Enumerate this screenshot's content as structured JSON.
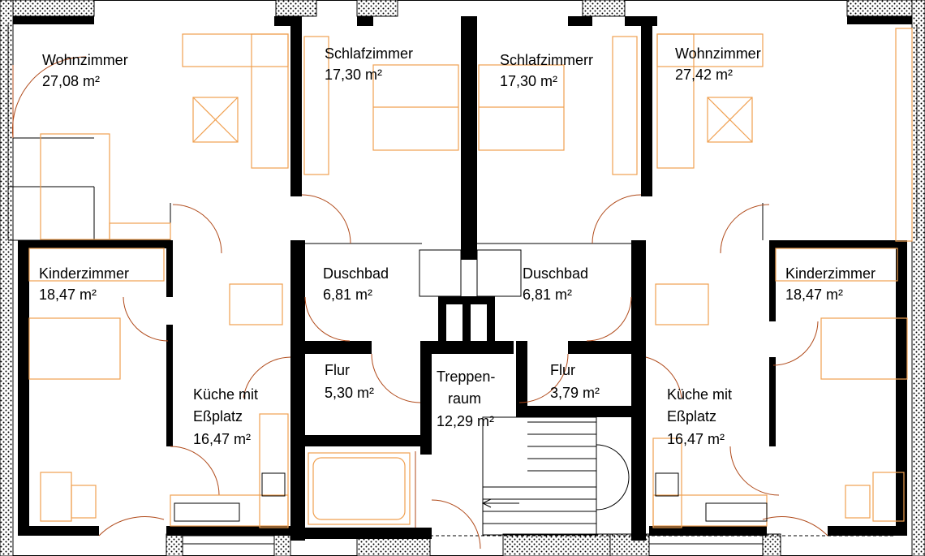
{
  "rooms": {
    "wohnzimmer_left": {
      "name": "Wohnzimmer",
      "area": "27,08 m²"
    },
    "schlafzimmer_left": {
      "name": "Schlafzimmer",
      "area": "17,30 m²"
    },
    "schlafzimmer_right": {
      "name": "Schlafzimmerr",
      "area": "17,30 m²"
    },
    "wohnzimmer_right": {
      "name": "Wohnzimmer",
      "area": "27,42 m²"
    },
    "kinderzimmer_left": {
      "name": "Kinderzimmer",
      "area": "18,47 m²"
    },
    "duschbad_left": {
      "name": "Duschbad",
      "area": "6,81 m²"
    },
    "duschbad_right": {
      "name": "Duschbad",
      "area": "6,81 m²"
    },
    "kinderzimmer_right": {
      "name": "Kinderzimmer",
      "area": "18,47 m²"
    },
    "flur_left": {
      "name": "Flur",
      "area": "5,30 m²"
    },
    "treppenraum": {
      "name1": "Treppen-",
      "name2": "raum",
      "area": "12,29 m²"
    },
    "flur_right": {
      "name": "Flur",
      "area": "3,79 m²"
    },
    "kueche_left": {
      "name1": "Küche mit",
      "name2": "Eßplatz",
      "area": "16,47 m²"
    },
    "kueche_right": {
      "name1": "Küche mit",
      "name2": "Eßplatz",
      "area": "16,47 m²"
    }
  },
  "colors": {
    "walls": "#000000",
    "doors": "#b04a1a",
    "furniture": "#f0a050",
    "background": "#ffffff"
  }
}
